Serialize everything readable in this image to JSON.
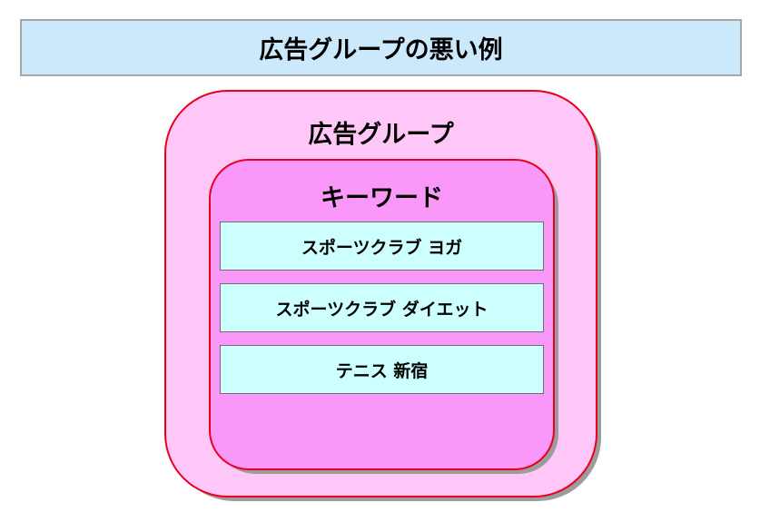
{
  "title": "広告グループの悪い例",
  "ad_group": {
    "label": "広告グループ",
    "keywords": {
      "label": "キーワード",
      "items": [
        "スポーツクラブ ヨガ",
        "スポーツクラブ ダイエット",
        "テニス 新宿"
      ]
    }
  },
  "colors": {
    "title_bg": "#cce9fb",
    "ad_group_bg": "#ffc7f7",
    "keywords_bg": "#fa98f9",
    "keyword_item_bg": "#ccfffd",
    "border_red": "#e8001c"
  }
}
